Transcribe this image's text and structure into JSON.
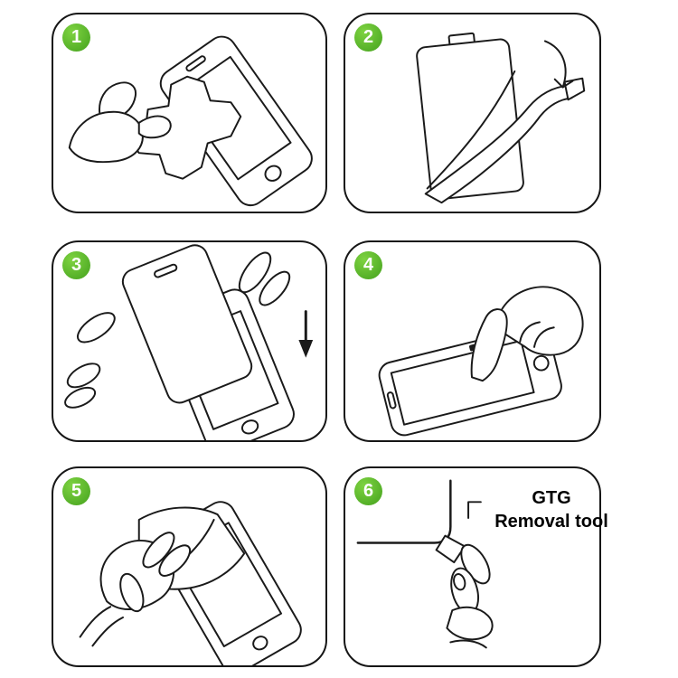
{
  "colors": {
    "step_badge_green": "#55b028",
    "line_art": "#1a1a1a",
    "background": "#ffffff"
  },
  "steps": [
    {
      "number": "1",
      "illustration": "wipe-phone-with-cloth"
    },
    {
      "number": "2",
      "illustration": "peel-protective-film"
    },
    {
      "number": "3",
      "illustration": "align-protector-over-phone"
    },
    {
      "number": "4",
      "illustration": "press-screen-with-finger"
    },
    {
      "number": "5",
      "illustration": "smooth-bubbles-with-card"
    },
    {
      "number": "6",
      "illustration": "pry-corner-with-removal-tool"
    }
  ],
  "step6": {
    "label_line1": "GTG",
    "label_line2": "Removal tool"
  }
}
